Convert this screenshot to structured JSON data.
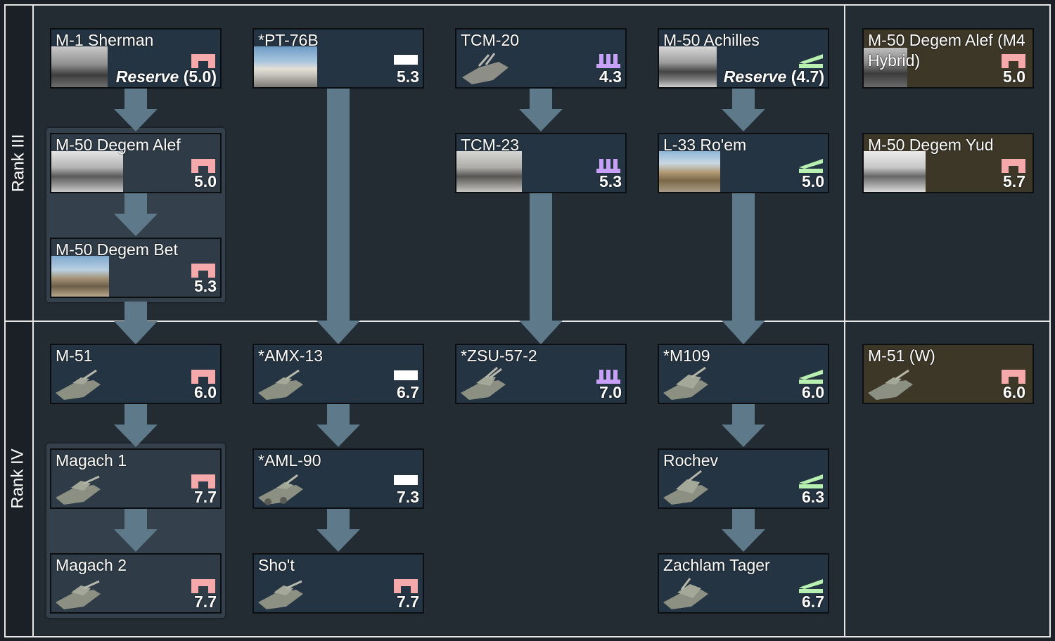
{
  "colors": {
    "background": "#1b2026",
    "area": "#232b33",
    "card": "#253442",
    "card_premium": "#3d3728",
    "arrow": "#5e7a8a",
    "medium_tank": "#f5a9aa",
    "light_tank": "#ffffff",
    "spaa": "#c7a1f5",
    "tank_destroyer": "#b7f0b0",
    "frame": "#e6e6e6"
  },
  "ranks": [
    {
      "label": "Rank III"
    },
    {
      "label": "Rank IV"
    }
  ],
  "vehicles": {
    "m1_sherman": {
      "name": "M-1 Sherman",
      "br_prefix": "Reserve",
      "br": " (5.0)",
      "class_icon": "medium-tank-icon"
    },
    "pt76b": {
      "name": "*PT-76B",
      "br": "5.3",
      "class_icon": "light-tank-icon"
    },
    "tcm20": {
      "name": "TCM-20",
      "br": "4.3",
      "class_icon": "spaa-icon"
    },
    "m50_achilles": {
      "name": "M-50 Achilles",
      "br_prefix": "Reserve",
      "br": " (4.7)",
      "class_icon": "tank-destroyer-icon"
    },
    "m50_alef_m4": {
      "name": "M-50 Degem Alef (M4 Hybrid)",
      "br": "5.0",
      "class_icon": "medium-tank-icon"
    },
    "m50_alef": {
      "name": "M-50 Degem Alef",
      "br": "5.0",
      "class_icon": "medium-tank-icon"
    },
    "tcm23": {
      "name": "TCM-23",
      "br": "5.3",
      "class_icon": "spaa-icon"
    },
    "l33": {
      "name": "L-33 Ro'em",
      "br": "5.0",
      "class_icon": "tank-destroyer-icon"
    },
    "m50_yud": {
      "name": "M-50 Degem Yud",
      "br": "5.7",
      "class_icon": "medium-tank-icon"
    },
    "m50_bet": {
      "name": "M-50 Degem Bet",
      "br": "5.3",
      "class_icon": "medium-tank-icon"
    },
    "m51": {
      "name": "M-51",
      "br": "6.0",
      "class_icon": "medium-tank-icon"
    },
    "amx13": {
      "name": "*AMX-13",
      "br": "6.7",
      "class_icon": "light-tank-icon"
    },
    "zsu57": {
      "name": "*ZSU-57-2",
      "br": "7.0",
      "class_icon": "spaa-icon"
    },
    "m109": {
      "name": "*M109",
      "br": "6.0",
      "class_icon": "tank-destroyer-icon"
    },
    "m51w": {
      "name": "M-51 (W)",
      "br": "6.0",
      "class_icon": "medium-tank-icon"
    },
    "magach1": {
      "name": "Magach 1",
      "br": "7.7",
      "class_icon": "medium-tank-icon"
    },
    "aml90": {
      "name": "*AML-90",
      "br": "7.3",
      "class_icon": "light-tank-icon"
    },
    "rochev": {
      "name": "Rochev",
      "br": "6.3",
      "class_icon": "tank-destroyer-icon"
    },
    "magach2": {
      "name": "Magach 2",
      "br": "7.7",
      "class_icon": "medium-tank-icon"
    },
    "shot": {
      "name": "Sho't",
      "br": "7.7",
      "class_icon": "medium-tank-icon"
    },
    "zachlam": {
      "name": "Zachlam Tager",
      "br": "6.7",
      "class_icon": "tank-destroyer-icon"
    }
  }
}
